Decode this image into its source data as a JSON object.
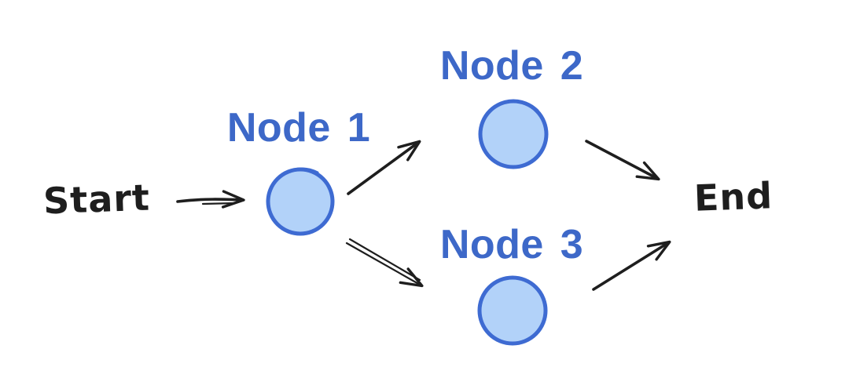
{
  "diagram": {
    "type": "flowchart",
    "style": "hand-drawn",
    "background": "#ffffff",
    "colors": {
      "node_fill": "#B2D2F9",
      "node_stroke": "#3E6BD2",
      "node_label": "#3D68C8",
      "ink": "#1E1E1E"
    },
    "nodes": {
      "start": {
        "label": "Start",
        "kind": "text"
      },
      "node1": {
        "label": "Node 1",
        "kind": "circle"
      },
      "node2": {
        "label": "Node 2",
        "kind": "circle"
      },
      "node3": {
        "label": "Node 3",
        "kind": "circle"
      },
      "end": {
        "label": "End",
        "kind": "text"
      }
    },
    "edges": [
      {
        "from": "Start",
        "to": "Node 1"
      },
      {
        "from": "Node 1",
        "to": "Node 2"
      },
      {
        "from": "Node 1",
        "to": "Node 3"
      },
      {
        "from": "Node 2",
        "to": "End"
      },
      {
        "from": "Node 3",
        "to": "End"
      }
    ]
  }
}
